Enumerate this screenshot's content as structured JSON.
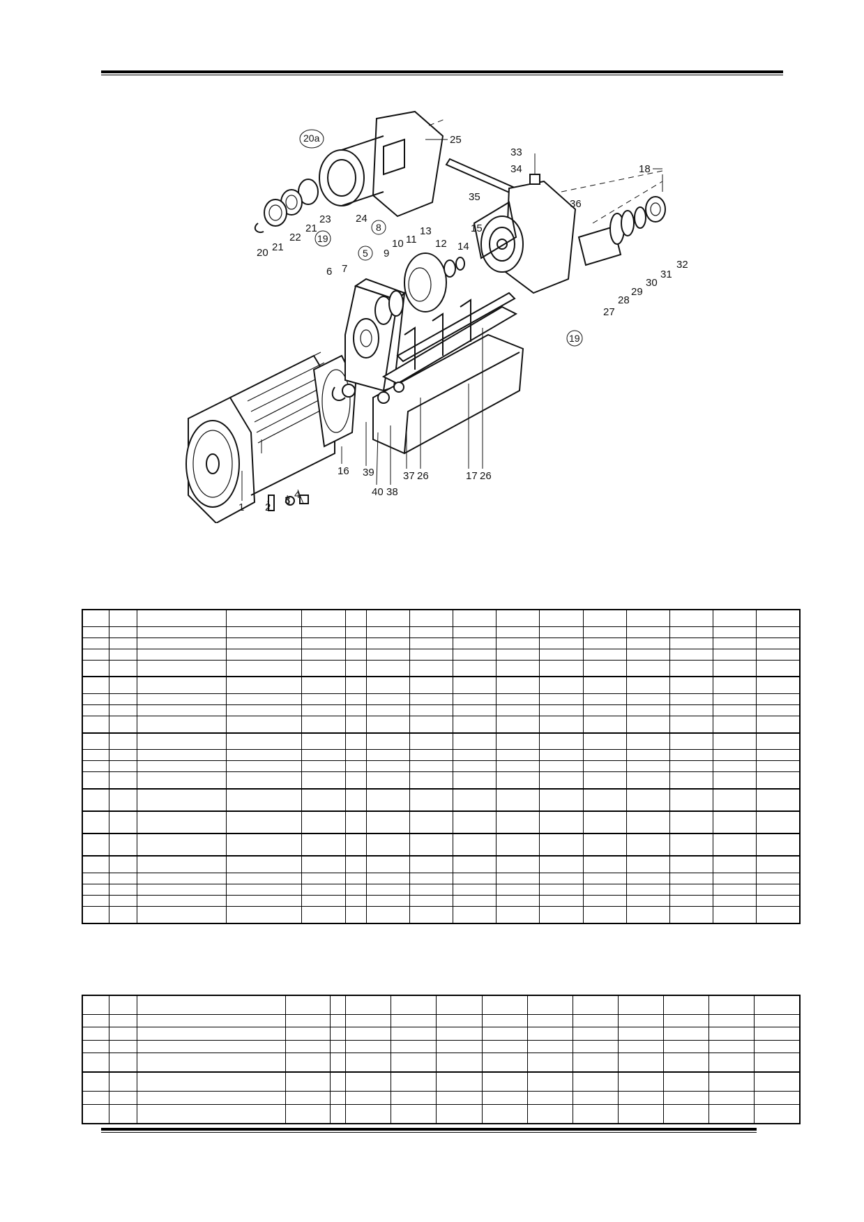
{
  "diagram": {
    "labels": [
      "1",
      "2",
      "3",
      "4",
      "5",
      "6",
      "7",
      "8",
      "9",
      "10",
      "11",
      "12",
      "13",
      "14",
      "15",
      "16",
      "17",
      "18",
      "19",
      "20",
      "20a",
      "21",
      "22",
      "23",
      "24",
      "25",
      "26",
      "27",
      "28",
      "29",
      "30",
      "31",
      "32",
      "33",
      "34",
      "35",
      "36",
      "37",
      "38",
      "39",
      "40"
    ]
  },
  "table1": {
    "rows": 21
  },
  "table2": {
    "rows": 8
  }
}
